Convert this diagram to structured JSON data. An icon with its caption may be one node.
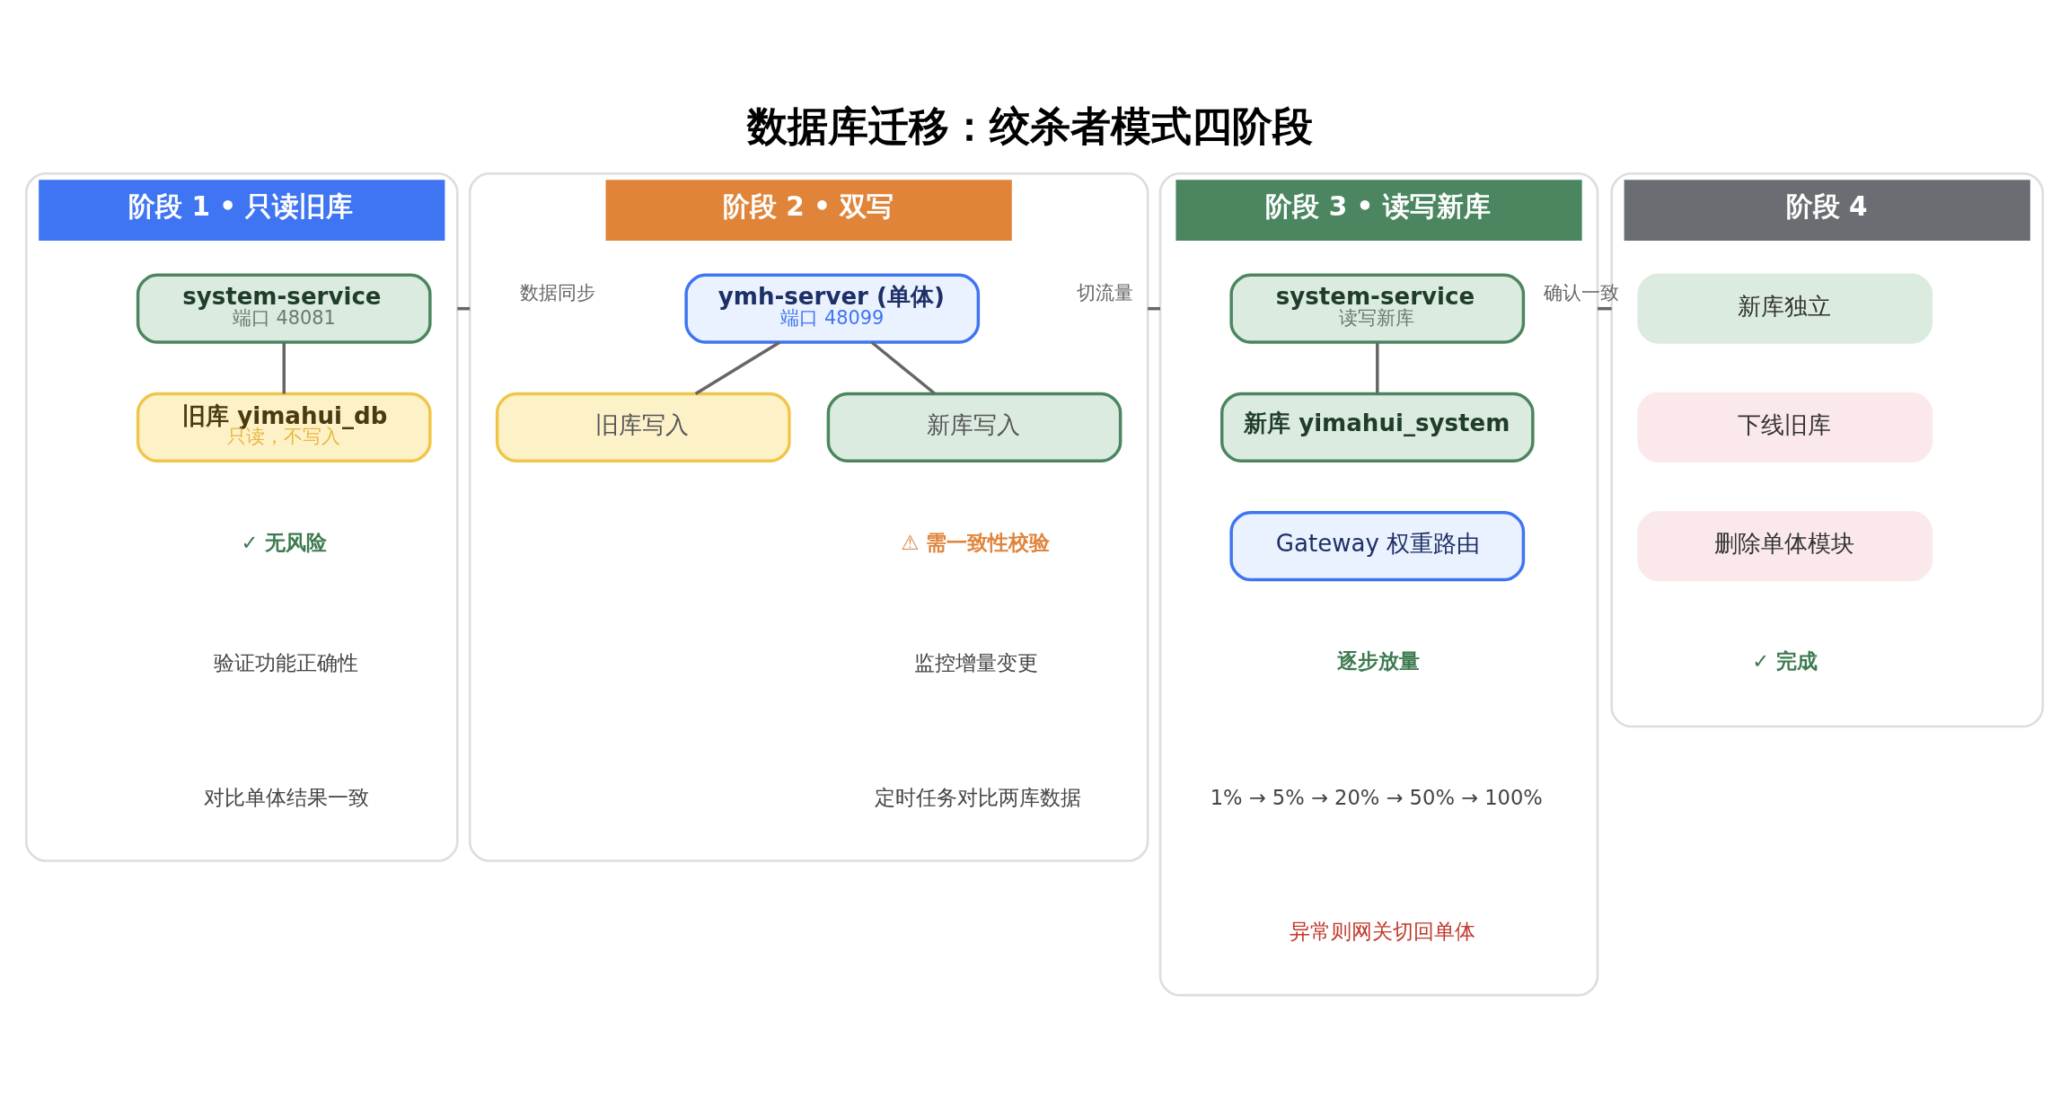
{
  "diagram": {
    "title": "数据库迁移：绞杀者模式四阶段",
    "nodes": [
      {
        "text": [
          "阶段 1 • 只读旧库"
        ]
      },
      {
        "text": [
          "system-service",
          "端口 48081"
        ],
        "in": 0
      },
      {
        "text": [
          "旧库 yimahui_db",
          "只读，不写入"
        ],
        "in": 0
      },
      {
        "text": [
          "阶段 2 • 双写"
        ]
      },
      {
        "text": [
          "ymh-server (单体)",
          "端口 48099"
        ],
        "in": 3
      },
      {
        "text": [
          "旧库写入"
        ],
        "in": 3
      },
      {
        "text": [
          "新库写入"
        ],
        "in": 3
      },
      {
        "text": [
          "阶段 3 • 读写新库"
        ]
      },
      {
        "text": [
          "system-service",
          "读写新库"
        ],
        "in": 7
      },
      {
        "text": [
          "新库 yimahui_system"
        ],
        "in": 7
      },
      {
        "text": [
          "Gateway 权重路由"
        ],
        "in": 7
      },
      {
        "text": [
          "阶段 4"
        ]
      },
      {
        "text": [
          "新库独立"
        ],
        "in": 11
      },
      {
        "text": [
          "下线旧库"
        ],
        "in": 11
      },
      {
        "text": [
          "删除单体模块"
        ],
        "in": 11
      }
    ],
    "edges": [
      {
        "from": 1,
        "to": 2,
        "arrow": "none"
      },
      {
        "from": 4,
        "to": 5,
        "arrow": "none"
      },
      {
        "from": 4,
        "to": 6,
        "arrow": "none"
      },
      {
        "from": 8,
        "to": 9,
        "arrow": "none"
      },
      {
        "from": 0,
        "to": 3,
        "arrow": "none",
        "label": "数据同步"
      },
      {
        "from": 3,
        "to": 7,
        "arrow": "none",
        "label": "切流量"
      },
      {
        "from": 7,
        "to": 11,
        "arrow": "none",
        "label": "确认一致"
      }
    ],
    "labels": [
      "✓ 无风险",
      "验证功能正确性",
      "对比单体结果一致",
      "⚠ 需一致性校验",
      "监控增量变更",
      "定时任务对比两库数据",
      "逐步放量",
      "1% → 5% → 20% → 50% → 100%",
      "异常则网关切回单体",
      "✓ 完成"
    ]
  }
}
